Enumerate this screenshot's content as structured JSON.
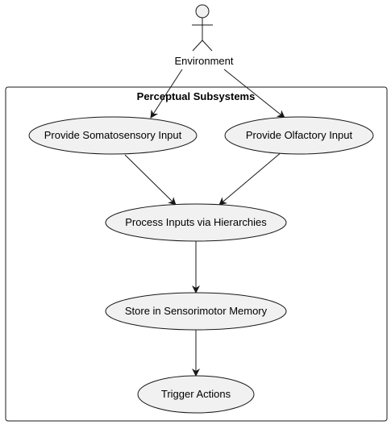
{
  "diagram": {
    "actor": {
      "label": "Environment",
      "icon": "stick-figure-actor-icon"
    },
    "boundary": {
      "title": "Perceptual Subsystems"
    },
    "use_cases": [
      {
        "id": "somatosensory",
        "label": "Provide Somatosensory Input"
      },
      {
        "id": "olfactory",
        "label": "Provide Olfactory Input"
      },
      {
        "id": "process",
        "label": "Process Inputs via Hierarchies"
      },
      {
        "id": "store",
        "label": "Store in Sensorimotor Memory"
      },
      {
        "id": "trigger",
        "label": "Trigger Actions"
      }
    ],
    "connections": [
      {
        "from": "actor",
        "to": "somatosensory"
      },
      {
        "from": "actor",
        "to": "olfactory"
      },
      {
        "from": "somatosensory",
        "to": "process"
      },
      {
        "from": "olfactory",
        "to": "process"
      },
      {
        "from": "process",
        "to": "store"
      },
      {
        "from": "store",
        "to": "trigger"
      }
    ],
    "colors": {
      "ellipse_fill": "#f1f1f1",
      "stroke": "#181818",
      "background": "#ffffff"
    }
  }
}
